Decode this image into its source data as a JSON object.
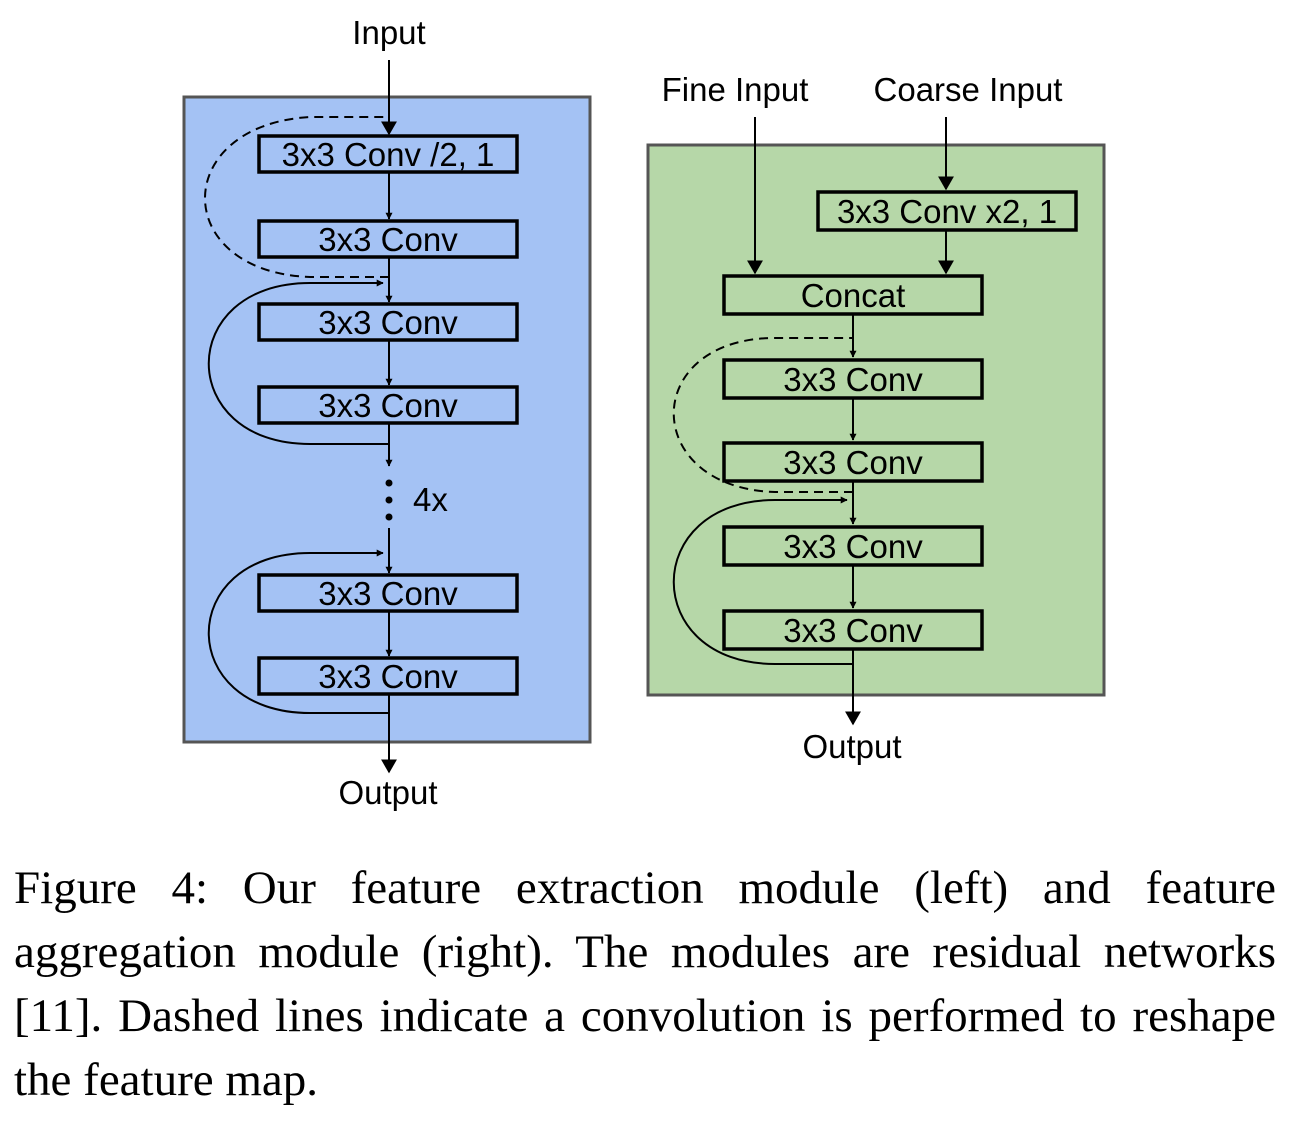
{
  "left_module": {
    "input_label": "Input",
    "output_label": "Output",
    "repeat_label": "4x",
    "blocks": [
      "3x3 Conv /2, 1",
      "3x3 Conv",
      "3x3 Conv",
      "3x3 Conv",
      "3x3 Conv",
      "3x3 Conv"
    ],
    "fill_color": "#a4c2f4"
  },
  "right_module": {
    "fine_input_label": "Fine Input",
    "coarse_input_label": "Coarse Input",
    "output_label": "Output",
    "upsample_block": "3x3 Conv x2, 1",
    "concat_block": "Concat",
    "blocks": [
      "3x3 Conv",
      "3x3 Conv",
      "3x3 Conv",
      "3x3 Conv"
    ],
    "fill_color": "#b6d7a8"
  },
  "caption": "Figure 4: Our feature extraction module (left) and feature aggregation module (right). The modules are residual networks [11]. Dashed lines indicate a convolution is performed to reshape the feature map."
}
